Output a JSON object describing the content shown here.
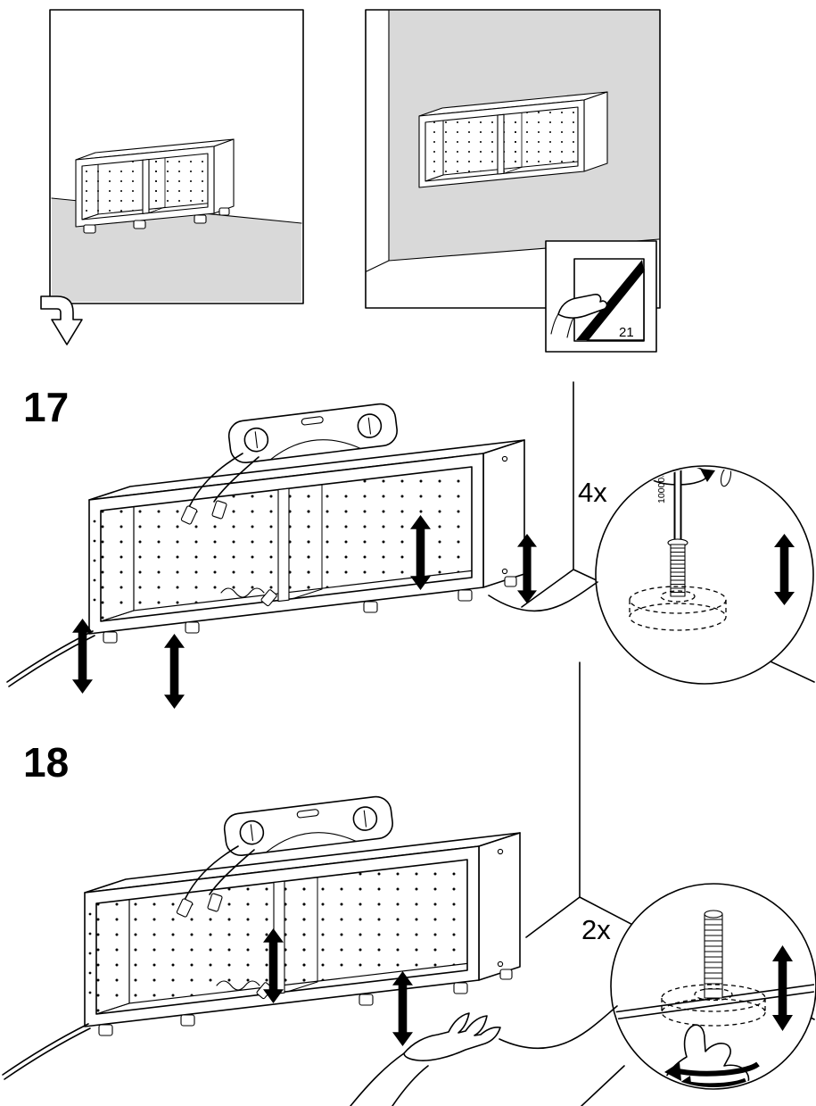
{
  "page": {
    "background": "#ffffff",
    "line_color": "#000000",
    "shade_color": "#d9d9d9"
  },
  "overview": {
    "page_flip_number": "21"
  },
  "step17": {
    "number": "17",
    "quantity": "4x",
    "tool_part_number": "100006"
  },
  "step18": {
    "number": "18",
    "quantity": "2x"
  }
}
